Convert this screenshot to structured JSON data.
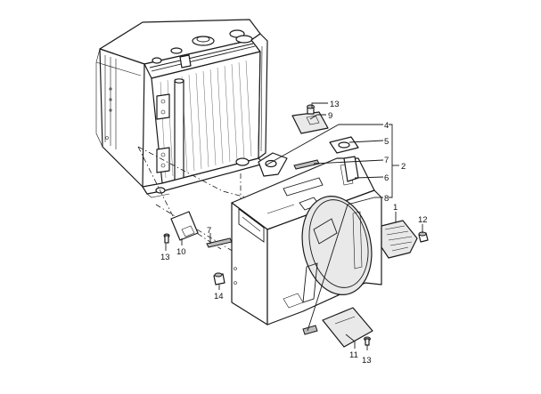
{
  "callouts": [
    {
      "id": "c13a",
      "label": "13"
    },
    {
      "id": "c9",
      "label": "9"
    },
    {
      "id": "c4",
      "label": "4"
    },
    {
      "id": "c5",
      "label": "5"
    },
    {
      "id": "c7a",
      "label": "7"
    },
    {
      "id": "c2",
      "label": "2"
    },
    {
      "id": "c6",
      "label": "6"
    },
    {
      "id": "c8",
      "label": "8"
    },
    {
      "id": "c1",
      "label": "1"
    },
    {
      "id": "c12",
      "label": "12"
    },
    {
      "id": "c7b",
      "label": "7"
    },
    {
      "id": "c13b",
      "label": "13"
    },
    {
      "id": "c10",
      "label": "10"
    },
    {
      "id": "c14",
      "label": "14"
    },
    {
      "id": "c11",
      "label": "11"
    },
    {
      "id": "c13c",
      "label": "13"
    }
  ]
}
